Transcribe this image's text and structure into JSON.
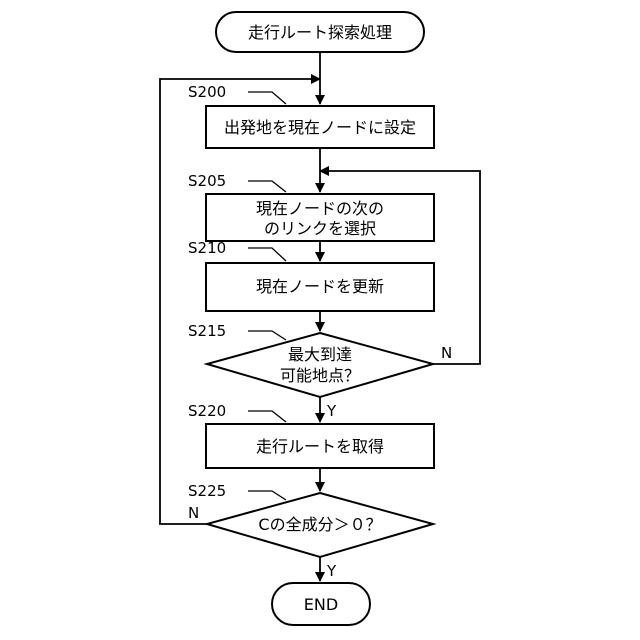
{
  "flowchart": {
    "start": "走行ルート探索処理",
    "end": "END",
    "steps": [
      {
        "id": "S200",
        "lines": [
          "出発地を現在ノードに設定"
        ]
      },
      {
        "id": "S205",
        "lines": [
          "現在ノードの次の",
          "のリンクを選択"
        ]
      },
      {
        "id": "S210",
        "lines": [
          "現在ノードを更新"
        ]
      },
      {
        "id": "S215",
        "lines": [
          "最大到達",
          "可能地点？"
        ]
      },
      {
        "id": "S220",
        "lines": [
          "走行ルートを取得"
        ]
      },
      {
        "id": "S225",
        "lines": [
          "Cの全成分＞０？"
        ]
      }
    ],
    "branch_labels": {
      "yes": "Y",
      "no": "N"
    }
  }
}
